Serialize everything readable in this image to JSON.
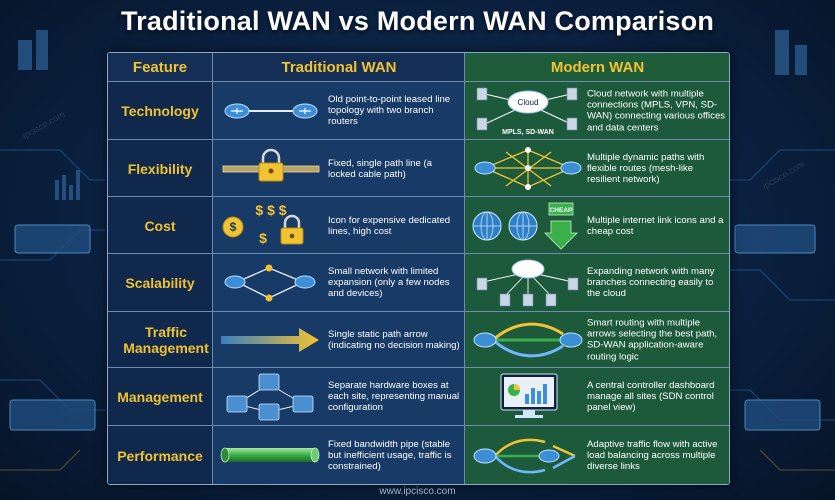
{
  "title": "Traditional WAN vs Modern WAN Comparison",
  "headers": {
    "feature": "Feature",
    "traditional": "Traditional WAN",
    "modern": "Modern WAN"
  },
  "rows": [
    {
      "feature": "Technology",
      "traditional": "Old point-to-point leased line topology with two branch routers",
      "modern": "Cloud network with multiple connections (MPLS, VPN, SD-WAN) connecting various offices and data centers"
    },
    {
      "feature": "Flexibility",
      "traditional": "Fixed, single path line (a locked cable path)",
      "modern": "Multiple dynamic paths with flexible routes (mesh-like resilient network)"
    },
    {
      "feature": "Cost",
      "traditional": "Icon for expensive dedicated lines, high cost",
      "modern": "Multiple internet link icons and a cheap cost"
    },
    {
      "feature": "Scalability",
      "traditional": "Small network with limited expansion (only a few nodes and devices)",
      "modern": "Expanding network with many branches connecting easily to the cloud"
    },
    {
      "feature": "Traffic Management",
      "traditional": "Single static path arrow (indicating no decision making)",
      "modern": "Smart routing with multiple arrows selecting the best path, SD-WAN application-aware routing logic"
    },
    {
      "feature": "Management",
      "traditional": "Separate hardware boxes at each site, representing manual configuration",
      "modern": "A central controller dashboard manage all sites (SDN control panel view)"
    },
    {
      "feature": "Performance",
      "traditional": "Fixed bandwidth pipe (stable but inefficient usage, traffic is constrained)",
      "modern": "Adaptive traffic flow with active load balancing across multiple diverse links"
    }
  ],
  "icon_labels": {
    "cloud": "Cloud",
    "links": "MPLS, SD-WAN",
    "dollars": "$ $ $",
    "cheap": "CHEAP"
  },
  "watermark": "ipcisco.com",
  "footer": "www.ipcisco.com",
  "colors": {
    "accent": "#f1c232",
    "traditional_bg": "#173a66",
    "modern_bg": "#1d5a3c",
    "feature_bg": "#10284c"
  }
}
